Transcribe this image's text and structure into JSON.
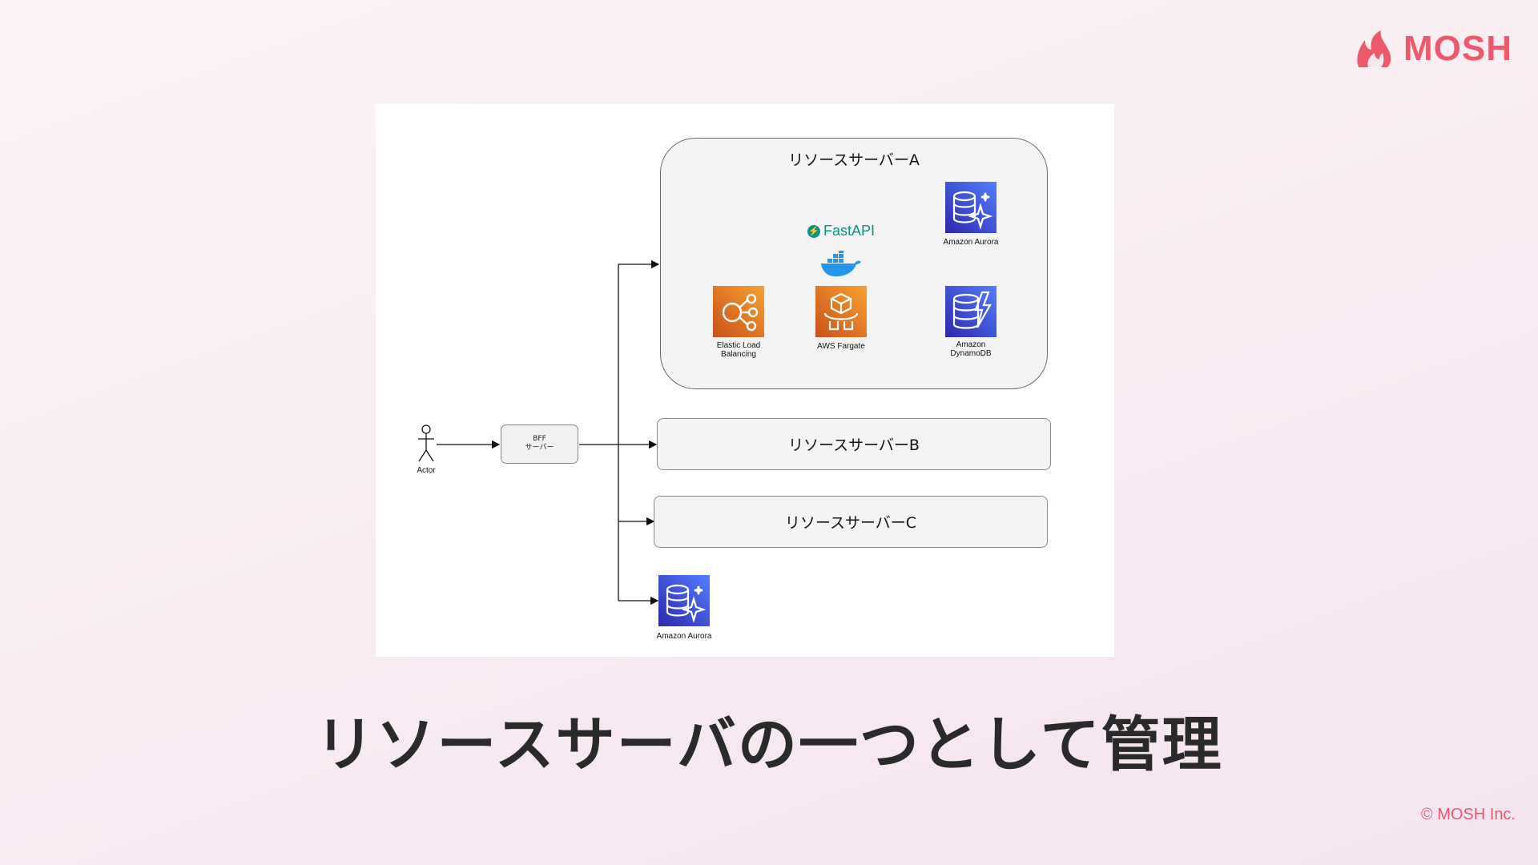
{
  "brand": {
    "name": "MOSH",
    "color": "#ee5a6c",
    "icon": "flame-logo-icon"
  },
  "diagram": {
    "actor_label": "Actor",
    "bff_label_line1": "BFF",
    "bff_label_line2": "サーバー",
    "server_a_label": "リソースサーバーA",
    "server_b_label": "リソースサーバーB",
    "server_c_label": "リソースサーバーC",
    "fastapi_label": "FastAPI",
    "elb_label_line1": "Elastic Load",
    "elb_label_line2": "Balancing",
    "fargate_label": "AWS Fargate",
    "aurora_label": "Amazon Aurora",
    "dynamo_label_line1": "Amazon",
    "dynamo_label_line2": "DynamoDB",
    "aurora_bottom_label": "Amazon Aurora",
    "icons": [
      "person-icon",
      "elastic-load-balancing-icon",
      "fargate-icon",
      "docker-icon",
      "fastapi-icon",
      "aurora-icon",
      "dynamodb-icon"
    ],
    "colors": {
      "aws_orange": "#e8770f",
      "aws_blue": "#3b48cc",
      "fastapi_teal": "#0a9485",
      "docker_blue": "#2496ed"
    }
  },
  "headline": "リソースサーバの一つとして管理",
  "footer": {
    "copyright": "© MOSH Inc."
  }
}
